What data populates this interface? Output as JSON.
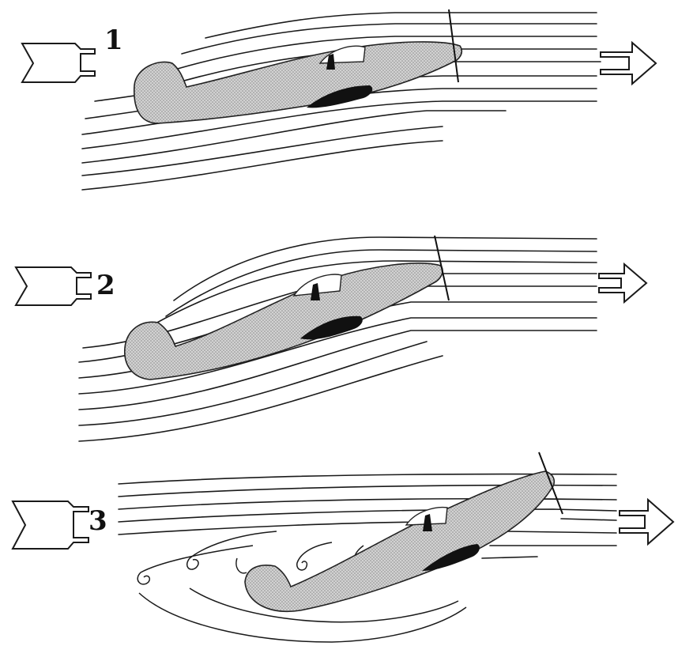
{
  "panels": [
    {
      "number": "1",
      "state": "attached-flow"
    },
    {
      "number": "2",
      "state": "increasing-angle-of-attack"
    },
    {
      "number": "3",
      "state": "separated-flow-stall"
    }
  ],
  "colors": {
    "ink": "#1a1a1a",
    "fuselage_fill": "#c9c9c9",
    "background": "#ffffff"
  },
  "icons": [
    "inflow-arrow-icon",
    "outflow-arrow-icon",
    "airplane-icon",
    "propeller-icon"
  ]
}
